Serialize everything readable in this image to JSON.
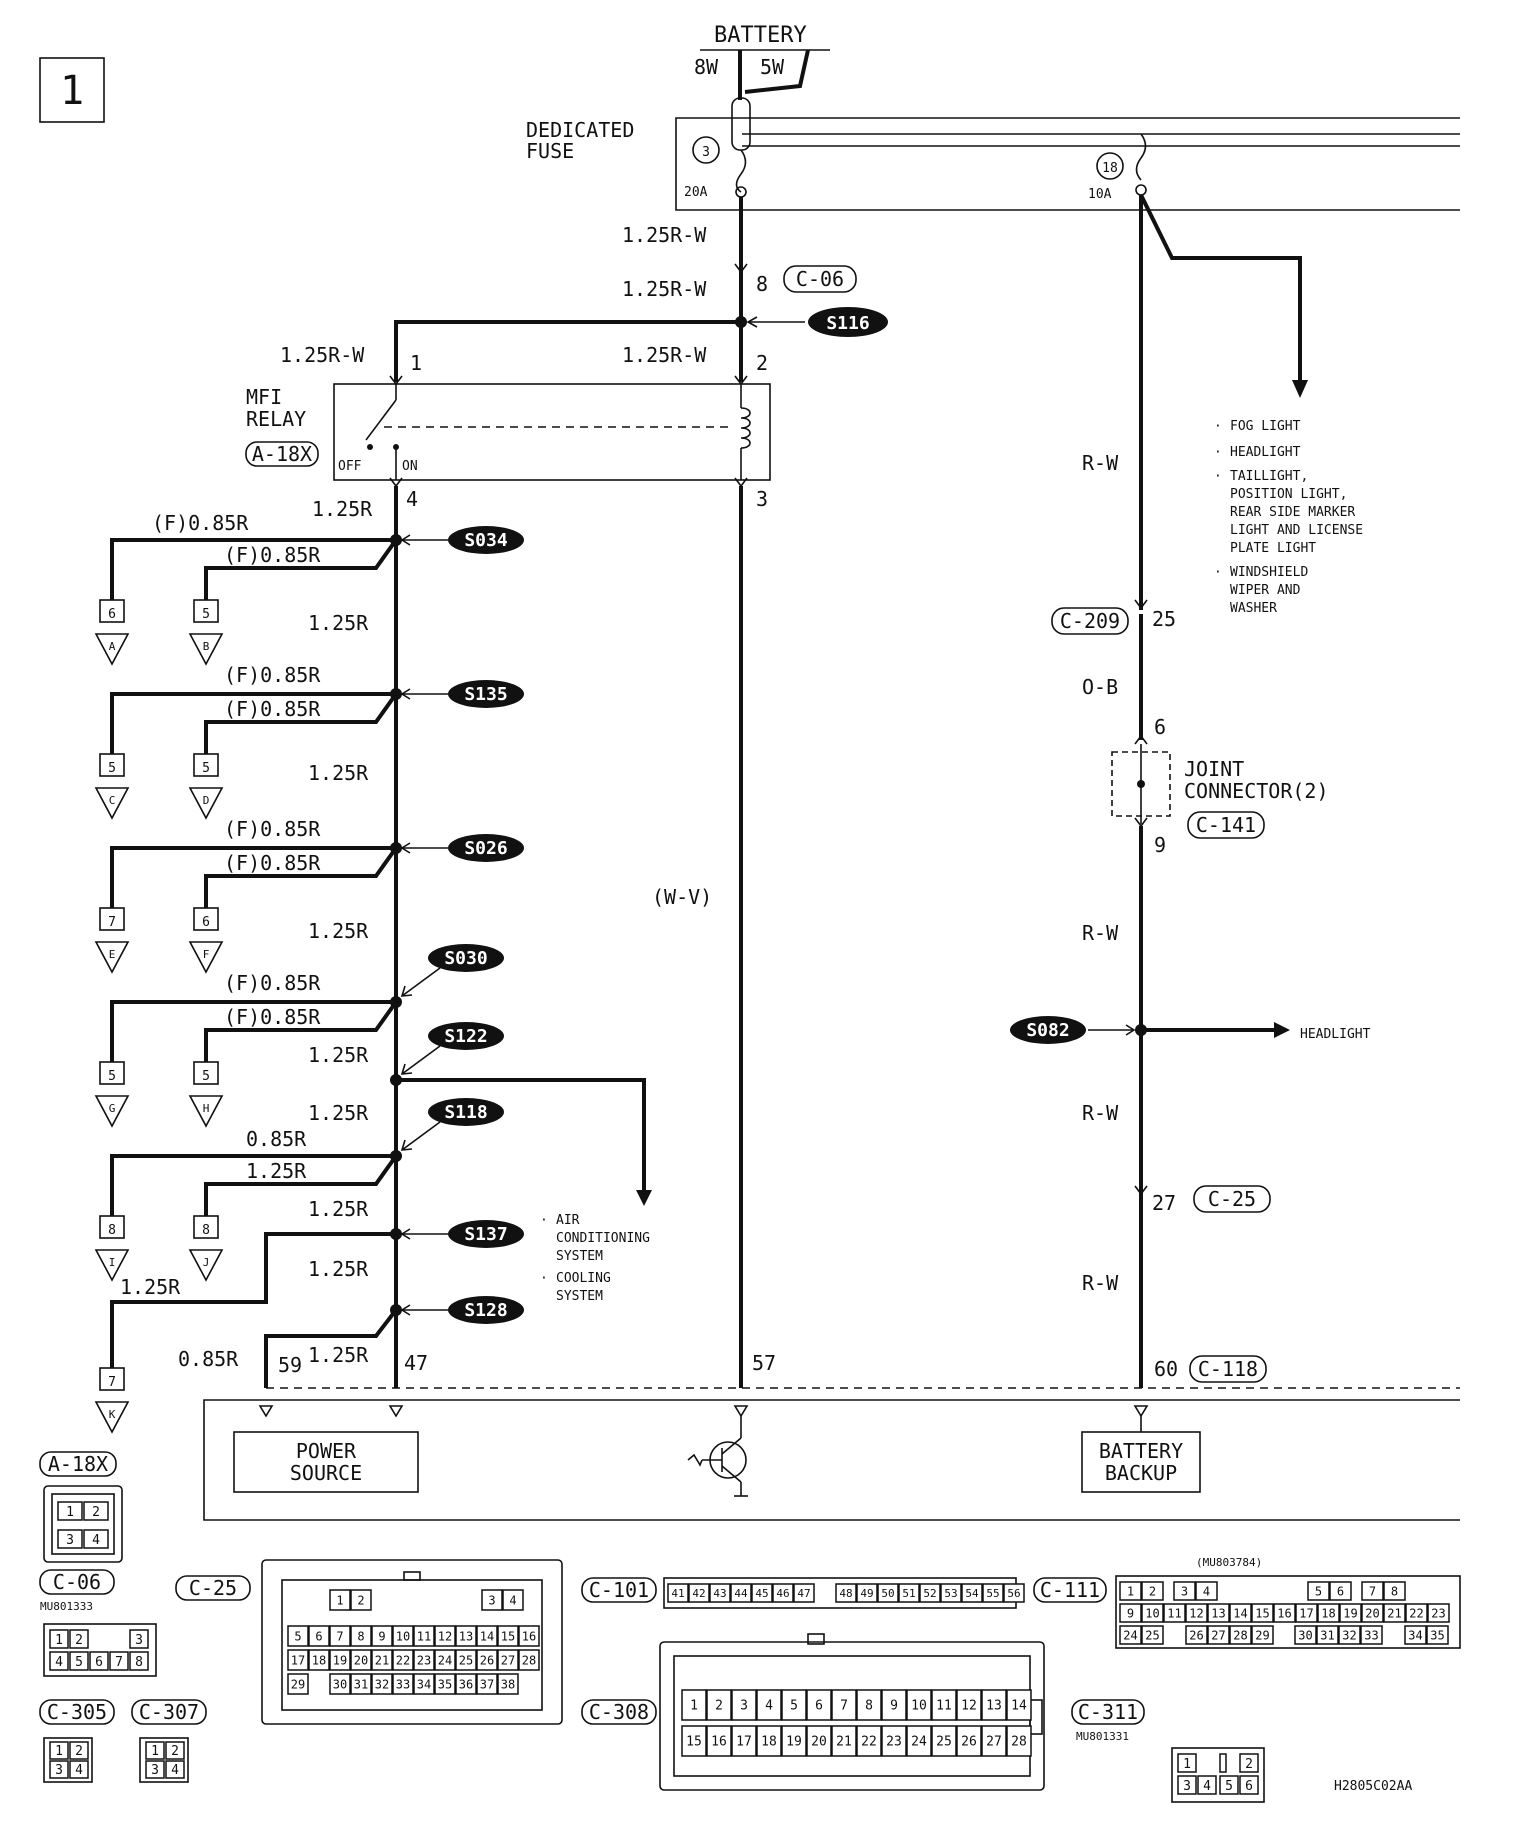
{
  "diagram_no": "1",
  "battery": {
    "label": "BATTERY",
    "w1": "8W",
    "w2": "5W"
  },
  "fuse": {
    "label1": "DEDICATED",
    "label2": "FUSE",
    "f1_num": "3",
    "f1_rating": "20A",
    "f2_num": "18",
    "f2_rating": "10A"
  },
  "wires": {
    "w_125rw": "1.25R-W",
    "w_125r": "1.25R",
    "w_f085r": "(F)0.85R",
    "w_085r": "0.85R",
    "w_rw": "R-W",
    "w_ob": "O-B",
    "w_wv": "(W-V)"
  },
  "pins": {
    "p8": "8",
    "p1": "1",
    "p2": "2",
    "p3": "3",
    "p4": "4",
    "p25": "25",
    "p6": "6",
    "p9": "9",
    "p27": "27",
    "p47": "47",
    "p57": "57",
    "p59": "59",
    "p60": "60",
    "p5": "5",
    "p7": "7"
  },
  "connectors": {
    "c06": "C-06",
    "a18x": "A-18X",
    "c209": "C-209",
    "c141": "C-141",
    "c25": "C-25",
    "c118": "C-118",
    "c101": "C-101",
    "c111": "C-111",
    "c305": "C-305",
    "c307": "C-307",
    "c308": "C-308",
    "c311": "C-311"
  },
  "relay": {
    "l1": "MFI",
    "l2": "RELAY",
    "off": "OFF",
    "on": "ON"
  },
  "splices": {
    "s116": "S116",
    "s034": "S034",
    "s135": "S135",
    "s026": "S026",
    "s030": "S030",
    "s122": "S122",
    "s118": "S118",
    "s137": "S137",
    "s128": "S128",
    "s082": "S082"
  },
  "terminals": {
    "a": "A",
    "b": "B",
    "c": "C",
    "d": "D",
    "e": "E",
    "f": "F",
    "g": "G",
    "h": "H",
    "i": "I",
    "j": "J",
    "k": "K"
  },
  "fog_list": {
    "i1": "FOG LIGHT",
    "i2": "HEADLIGHT",
    "i3a": "TAILLIGHT,",
    "i3b": "POSITION LIGHT,",
    "i3c": "REAR SIDE MARKER",
    "i3d": "LIGHT AND LICENSE",
    "i3e": "PLATE LIGHT",
    "i4a": "WINDSHIELD",
    "i4b": "WIPER AND",
    "i4c": "WASHER"
  },
  "joint": {
    "l1": "JOINT",
    "l2": "CONNECTOR(2)"
  },
  "headlight": "HEADLIGHT",
  "ac_list": {
    "a1": "AIR",
    "a2": "CONDITIONING",
    "a3": "SYSTEM",
    "b1": "COOLING",
    "b2": "SYSTEM"
  },
  "ecu": {
    "ps1": "POWER",
    "ps2": "SOURCE",
    "bb1": "BATTERY",
    "bb2": "BACKUP"
  },
  "part_numbers": {
    "c06": "MU801333",
    "c111": "(MU803784)",
    "c311": "MU801331"
  },
  "figure_code": "H2805C02AA",
  "grid": {
    "a18x": [
      "1",
      "2",
      "3",
      "4"
    ],
    "c06_top": [
      "1",
      "2",
      "3"
    ],
    "c06_bot": [
      "4",
      "5",
      "6",
      "7",
      "8"
    ],
    "c305": [
      "1",
      "2",
      "3",
      "4"
    ],
    "c307": [
      "1",
      "2",
      "3",
      "4"
    ],
    "c311_top": [
      "1",
      "2"
    ],
    "c311_bot": [
      "3",
      "4",
      "5",
      "6"
    ],
    "c101": [
      "41",
      "42",
      "43",
      "44",
      "45",
      "46",
      "47",
      "48",
      "49",
      "50",
      "51",
      "52",
      "53",
      "54",
      "55",
      "56"
    ],
    "c111_r1": [
      "1",
      "2",
      "3",
      "4",
      "5",
      "6",
      "7",
      "8"
    ],
    "c111_r2": [
      "9",
      "10",
      "11",
      "12",
      "13",
      "14",
      "15",
      "16",
      "17",
      "18",
      "19",
      "20",
      "21",
      "22",
      "23"
    ],
    "c111_r3": [
      "24",
      "25",
      "26",
      "27",
      "28",
      "29",
      "30",
      "31",
      "32",
      "33",
      "34",
      "35"
    ],
    "c308_r1": [
      "1",
      "2",
      "3",
      "4",
      "5",
      "6",
      "7",
      "8",
      "9",
      "10",
      "11",
      "12",
      "13",
      "14"
    ],
    "c308_r2": [
      "15",
      "16",
      "17",
      "18",
      "19",
      "20",
      "21",
      "22",
      "23",
      "24",
      "25",
      "26",
      "27",
      "28"
    ],
    "c25_r1": [
      "1",
      "2",
      "3",
      "4"
    ],
    "c25_r2": [
      "5",
      "6",
      "7",
      "8",
      "9",
      "10",
      "11",
      "12",
      "13",
      "14",
      "15",
      "16"
    ],
    "c25_r3": [
      "17",
      "18",
      "19",
      "20",
      "21",
      "22",
      "23",
      "24",
      "25",
      "26",
      "27",
      "28"
    ],
    "c25_r4": [
      "29",
      "30",
      "31",
      "32",
      "33",
      "34",
      "35",
      "36",
      "37",
      "38"
    ]
  }
}
